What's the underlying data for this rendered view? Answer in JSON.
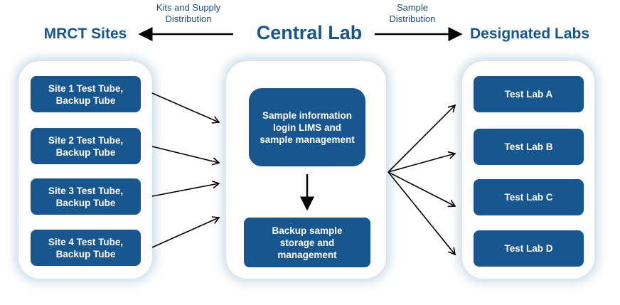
{
  "headings": {
    "sites": "MRCT Sites",
    "central": "Central Lab",
    "labs": "Designated Labs"
  },
  "flows": {
    "kits": "Kits and Supply\nDistribution",
    "sample": "Sample\nDistribution"
  },
  "sites": [
    {
      "label": "Site 1 Test Tube,\nBackup Tube"
    },
    {
      "label": "Site 2 Test Tube,\nBackup Tube"
    },
    {
      "label": "Site 3 Test Tube,\nBackup Tube"
    },
    {
      "label": "Site 4 Test Tube,\nBackup Tube"
    }
  ],
  "central": {
    "process": "Sample information\nlogin LIMS and\nsample management",
    "backup": "Backup sample\nstorage and\nmanagement"
  },
  "labs": [
    {
      "label": "Test Lab A"
    },
    {
      "label": "Test Lab B"
    },
    {
      "label": "Test Lab C"
    },
    {
      "label": "Test Lab D"
    }
  ],
  "colors": {
    "node_fill": "#17568f",
    "heading": "#17568f",
    "arrow": "#000000"
  }
}
